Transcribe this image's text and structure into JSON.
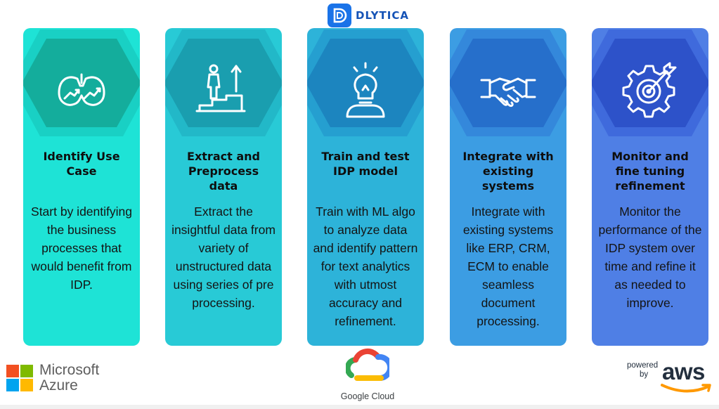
{
  "brand": {
    "name": "DLYTICA",
    "logo_letter": "D",
    "color": "#1a73e8"
  },
  "cards": [
    {
      "title": "Identify Use Case",
      "description": "Start by identifying the business processes that would benefit from IDP.",
      "icon": "binoculars-chart-icon",
      "colors": {
        "card": "#1ee3d6",
        "hex_outer": "#19d0c4",
        "hex_inner": "#14ad9c"
      }
    },
    {
      "title": "Extract and Preprocess data",
      "description": "Extract the insightful data from variety of unstructured data using series of pre processing.",
      "icon": "person-steps-growth-icon",
      "colors": {
        "card": "#28cad6",
        "hex_outer": "#22b8c8",
        "hex_inner": "#1a9eaf"
      }
    },
    {
      "title": "Train and test IDP model",
      "description": "Train with ML algo to analyze data and identify pattern for text analytics with utmost accuracy and refinement.",
      "icon": "lightbulb-person-icon",
      "colors": {
        "card": "#2db3d9",
        "hex_outer": "#259fd0",
        "hex_inner": "#1c85bf"
      }
    },
    {
      "title": "Integrate with existing systems",
      "description": "Integrate with existing systems like ERP, CRM, ECM to enable seamless document processing.",
      "icon": "handshake-icon",
      "colors": {
        "card": "#3c9de3",
        "hex_outer": "#3488db",
        "hex_inner": "#266fcb"
      }
    },
    {
      "title": "Monitor and fine tuning refinement",
      "description": "Monitor the performance of the IDP system over time and refine it as needed to improve.",
      "icon": "gear-target-icon",
      "colors": {
        "card": "#4f7fe5",
        "hex_outer": "#3f6adc",
        "hex_inner": "#2d52c9"
      }
    }
  ],
  "partners": {
    "microsoft": {
      "line1": "Microsoft",
      "line2": "Azure"
    },
    "google": {
      "label": "Google Cloud"
    },
    "aws": {
      "powered_line1": "powered",
      "powered_line2": "by",
      "word": "aws"
    }
  }
}
